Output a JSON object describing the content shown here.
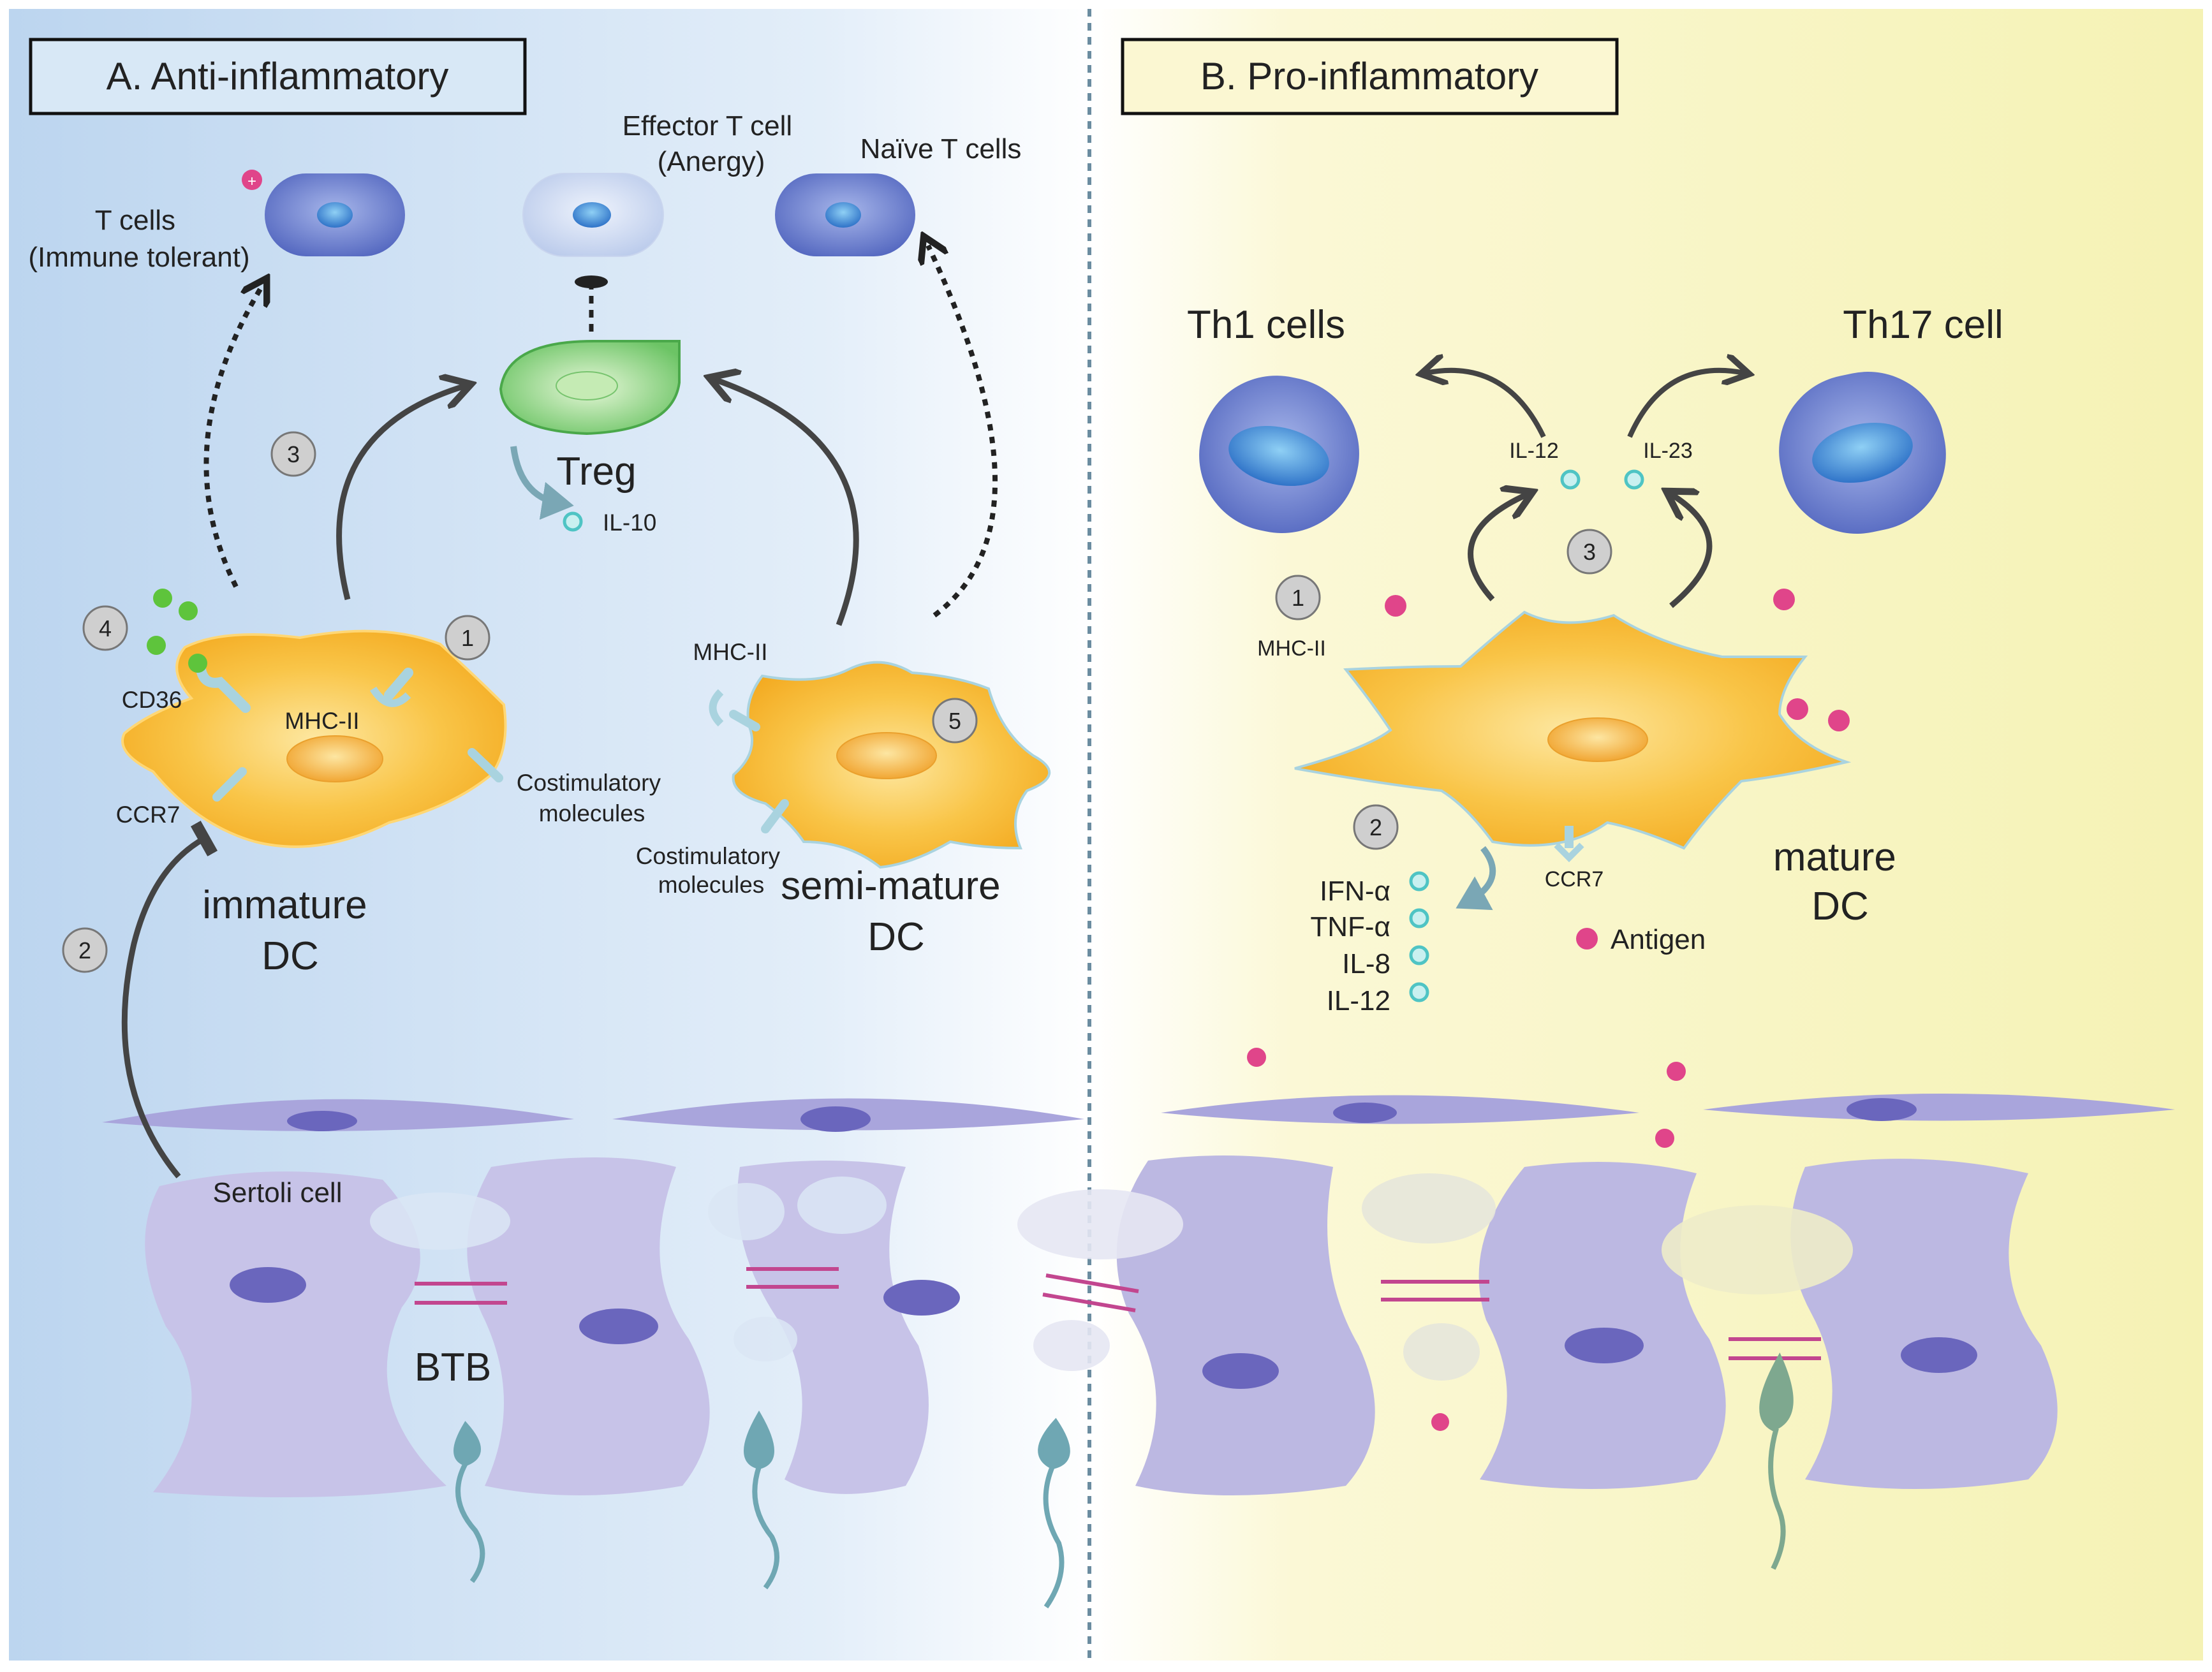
{
  "panels": {
    "left_title": "A. Anti-inflammatory",
    "right_title": "B. Pro-inflammatory"
  },
  "left": {
    "t_cells_tolerant": [
      "T cells",
      "(Immune tolerant)"
    ],
    "effector_t_cell": [
      "Effector T cell",
      "(Anergy)"
    ],
    "naive_t_cells": "Naïve T cells",
    "treg": "Treg",
    "il10": "IL-10",
    "cd36": "CD36",
    "mhc_ii_immature": "MHC-II",
    "ccr7": "CCR7",
    "costim_immature": [
      "Costimulatory",
      "molecules"
    ],
    "immature_dc": [
      "immature",
      "DC"
    ],
    "mhc_ii_semi": "MHC-II",
    "costim_semi": [
      "Costimulatory",
      "molecules"
    ],
    "semi_mature_dc": [
      "semi-mature",
      "DC"
    ],
    "sertoli_cell": "Sertoli cell",
    "btb": "BTB",
    "steps": [
      "1",
      "2",
      "3",
      "4",
      "5"
    ]
  },
  "right": {
    "th1_cells": "Th1 cells",
    "th17_cell": "Th17 cell",
    "il12_top": "IL-12",
    "il23": "IL-23",
    "mhc_ii": "MHC-II",
    "ccr7": "CCR7",
    "cytokines": [
      "IFN-α",
      "TNF-α",
      "IL-8",
      "IL-12"
    ],
    "mature_dc": [
      "mature",
      "DC"
    ],
    "antigen": "Antigen",
    "steps": [
      "1",
      "2",
      "3"
    ]
  },
  "colors": {
    "left_bg": "#c9def2",
    "right_bg": "#f6f3b9",
    "dc_orange": "#f7b731",
    "t_cell_blue": "#5b6fc4",
    "treg_green": "#8fd47e",
    "sertoli_lavender": "#c4c2e6",
    "tight_junction": "#c2468f",
    "antigen_pink": "#e0458a",
    "cytokine_teal": "#4fc4c4"
  }
}
